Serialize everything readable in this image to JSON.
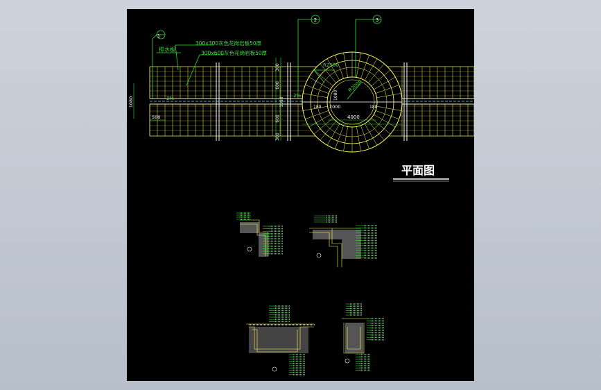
{
  "title": "平面图",
  "annotations": {
    "tile_a": "300x300灰色花岗岩板50厚",
    "tile_b": "300x600灰色花岗岩板50厚",
    "drain": "排水板",
    "slope1": "2%",
    "slope2": "2%",
    "radius_label": "R2500",
    "radius_label2": "R2000"
  },
  "callouts": [
    "1",
    "2",
    "3"
  ],
  "dimensions": {
    "w1080": "1080",
    "w500": "500",
    "w4000": "4000",
    "w2000": "2000",
    "w1080b": "1080",
    "w180a": "180",
    "w180b": "180",
    "v300a": "300",
    "v300b": "300",
    "v600a": "600",
    "v600b": "600",
    "v1080": "1080"
  },
  "colors": {
    "background": "#000000",
    "frame": "#cdd3dc",
    "yellow": "#ffff5a",
    "green": "#35e035",
    "white": "#ffffff",
    "cyan": "#59e7ff",
    "red": "#ff4040",
    "magenta": "#e040e0"
  }
}
